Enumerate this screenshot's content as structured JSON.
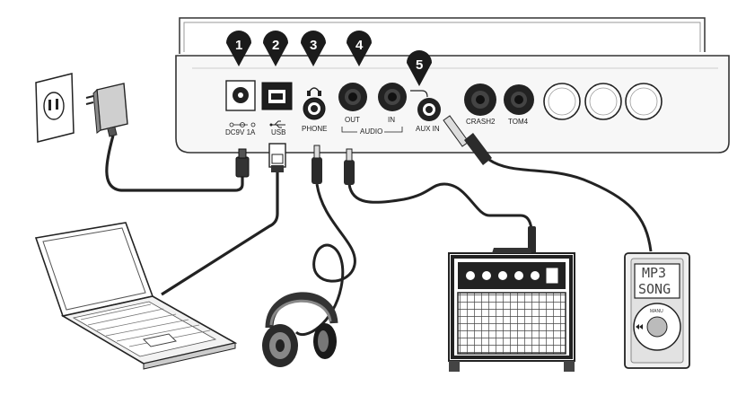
{
  "panel": {
    "ports": {
      "dc": "DC9V 1A",
      "usb": "USB",
      "phone": "PHONE",
      "out": "OUT",
      "in": "IN",
      "audio_group": "AUDIO",
      "aux": "AUX IN",
      "crash": "CRASH2",
      "tom": "TOM4"
    },
    "callouts": [
      "1",
      "2",
      "3",
      "4",
      "5"
    ]
  },
  "mp3_player": {
    "screen_line1": "MP3",
    "screen_line2": "SONG",
    "wheel_label": "MANU"
  },
  "icons": [
    "power-outlet-icon",
    "power-adapter-icon",
    "laptop-icon",
    "headphones-icon",
    "amplifier-icon",
    "mp3-player-icon",
    "headphone-symbol-icon",
    "usb-symbol-icon"
  ]
}
